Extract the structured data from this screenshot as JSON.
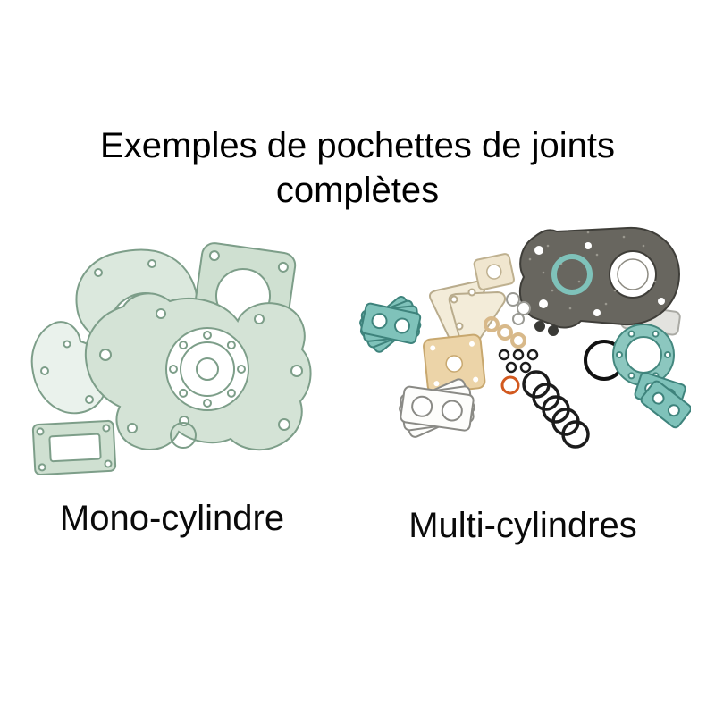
{
  "page": {
    "background": "#ffffff",
    "title": {
      "line1": "Exemples de pochettes de joints",
      "line2": "complètes"
    },
    "figures": [
      {
        "id": "mono",
        "label": "Mono-cylindre",
        "illustration": "single-cylinder-complete-gasket-set"
      },
      {
        "id": "multi",
        "label": "Multi-cylindres",
        "illustration": "multi-cylinder-complete-gasket-set"
      }
    ],
    "palette": {
      "gasket_green_fill": "#d4e3d6",
      "gasket_green_stroke": "#7d9e89",
      "gasket_teal": "#7fc2ba",
      "gasket_teal_stroke": "#3e837c",
      "gasket_dark": "#68665f",
      "gasket_tan": "#ecd4a8",
      "gasket_cream": "#f3ecd9",
      "oring_black": "#1c1c1c",
      "oring_orange": "#d2591f",
      "text": "#000000"
    }
  }
}
